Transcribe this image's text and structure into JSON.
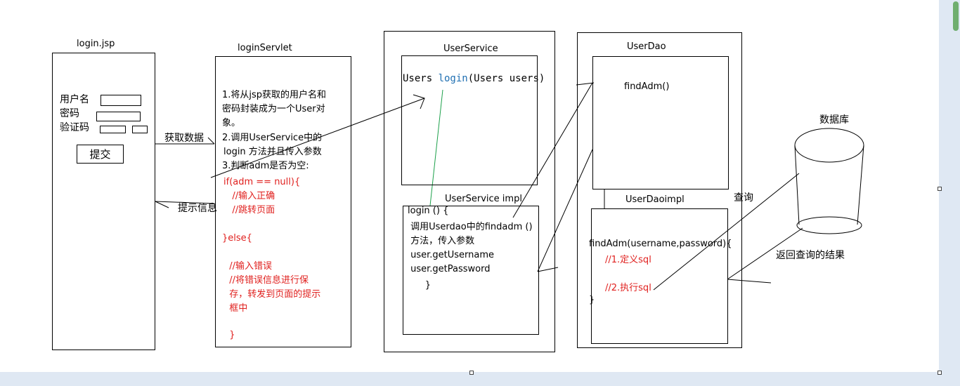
{
  "login_jsp": {
    "title": "login.jsp",
    "username_label": "用户名",
    "password_label": "密码",
    "captcha_label": "验证码",
    "submit_label": "提交"
  },
  "login_servlet": {
    "title": "loginServlet",
    "lines": [
      "1.将从jsp获取的用户名和",
      "密码封装成为一个User对",
      "象。",
      "2.调用UserService中的",
      "login  方法并且传入参数",
      "3.判断adm是否为空:"
    ],
    "code_lines": [
      "if(adm == null){",
      "   //输入正确",
      "   //跳转页面",
      "",
      "}else{",
      "",
      "  //输入错误",
      "  //将错误信息进行保",
      "  存，转发到页面的提示",
      "  框中",
      "",
      "  }"
    ]
  },
  "arrows": {
    "get_data": "获取数据",
    "prompt_info": "提示信息",
    "query": "查询",
    "return_result": "返回查询的结果"
  },
  "user_service": {
    "title": "UserService",
    "sig_prefix": "Users ",
    "sig_method": "login",
    "sig_suffix": "(Users users)",
    "impl_title": "UserService impl",
    "impl_lines": [
      "login () {",
      " 调用Userdao中的findadm ()",
      " 方法，传入参数",
      " user.getUsername",
      " user.getPassword",
      "      }"
    ]
  },
  "user_dao": {
    "title": "UserDao",
    "method": "findAdm()",
    "impl_title": "UserDaoimpl",
    "impl_sig": "findAdm(username,password){",
    "impl_step1": "//1.定义sql",
    "impl_step2": "//2.执行sql",
    "impl_close": "}"
  },
  "database": {
    "label": "数据库"
  }
}
